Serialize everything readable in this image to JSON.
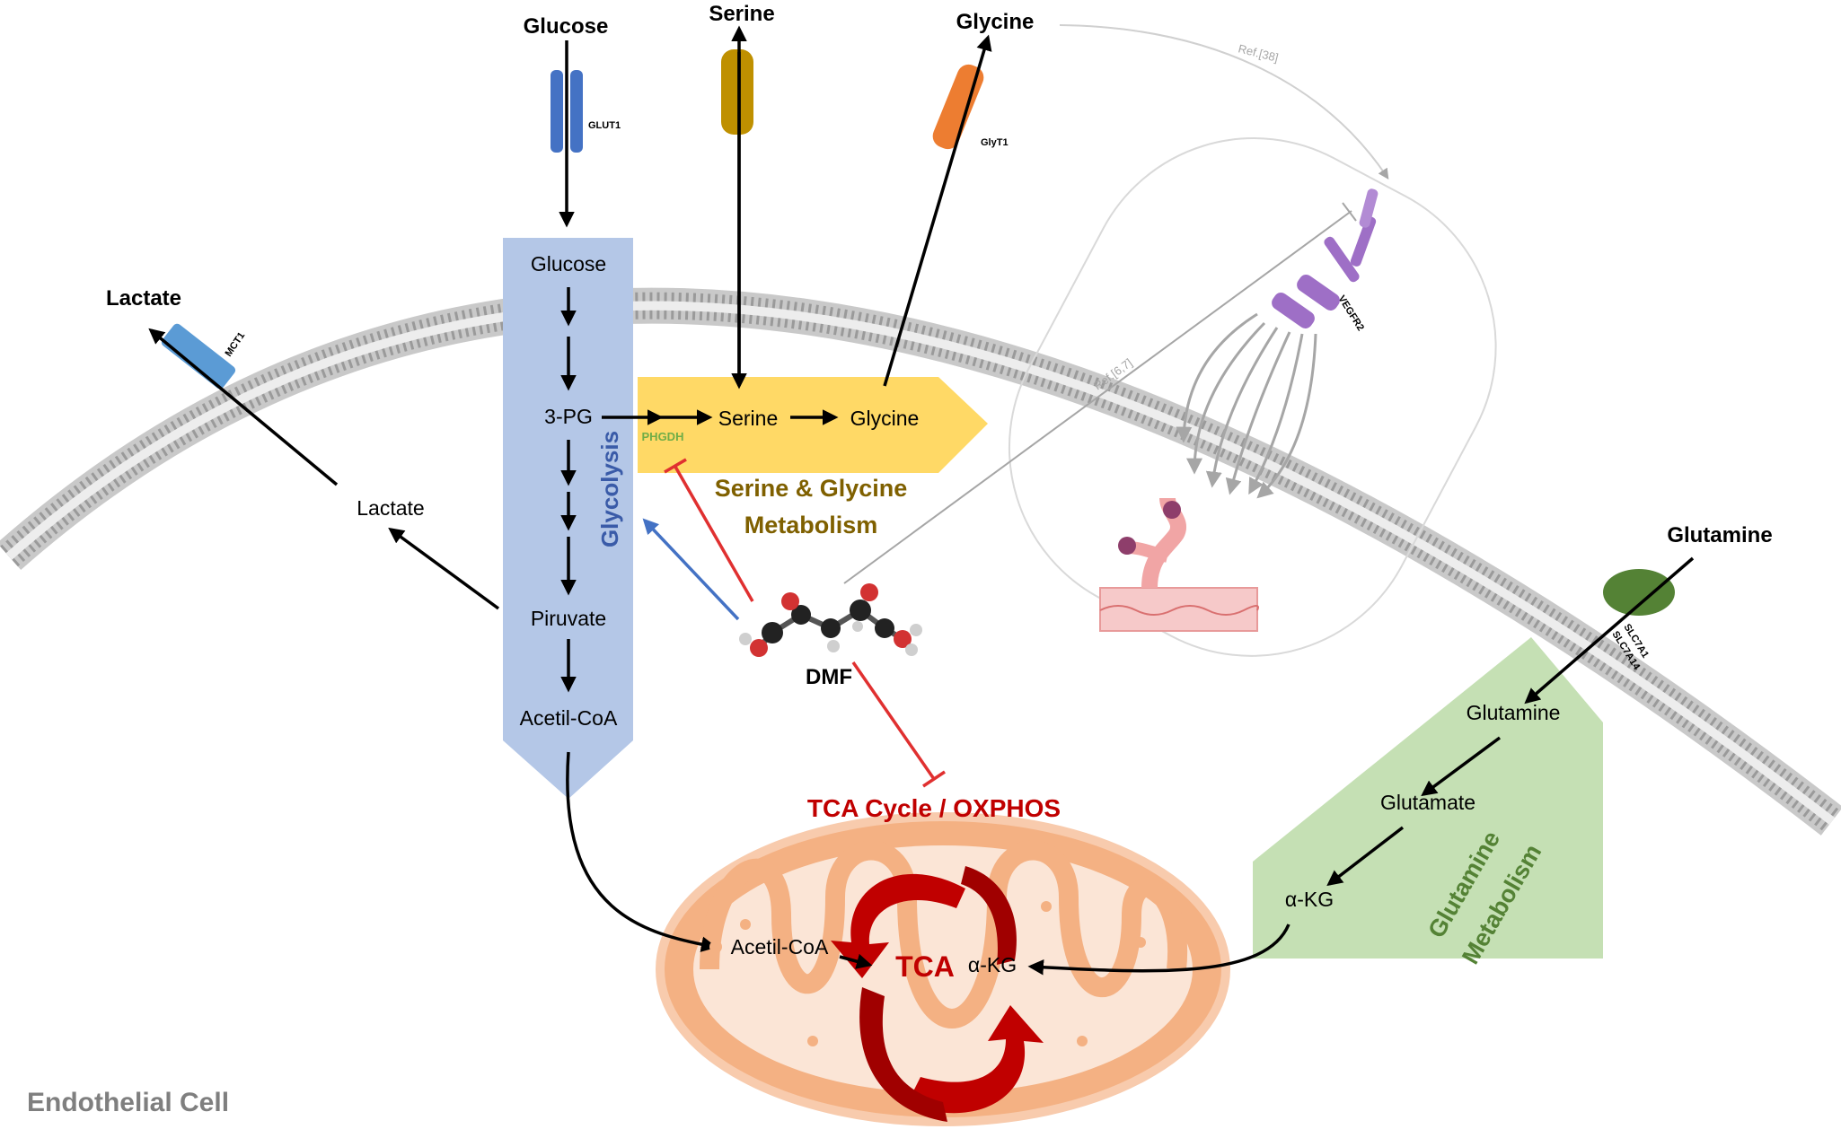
{
  "outside": {
    "glucose": "Glucose",
    "serine": "Serine",
    "glycine": "Glycine",
    "lactate": "Lactate",
    "glutamine": "Glutamine"
  },
  "transporters": {
    "glut1": "GLUT1",
    "mct1": "MCT1",
    "glyt1": "GlyT1",
    "vegfr2": "VEGFR2",
    "slc7a1": "SLC7A1",
    "slc7a14": "SLC7A14"
  },
  "refs": {
    "ref38": "Ref.[38]",
    "ref67": "Ref.[6,7]"
  },
  "glycolysis": {
    "title": "Glycolysis",
    "glucose": "Glucose",
    "pg3": "3-PG",
    "piruvate": "Piruvate",
    "acetilcoa": "Acetil-CoA"
  },
  "lactate_inside": "Lactate",
  "serine_glycine": {
    "title_line1": "Serine & Glycine",
    "title_line2": "Metabolism",
    "enzyme": "PHGDH",
    "serine": "Serine",
    "glycine": "Glycine"
  },
  "drug": "DMF",
  "tca": {
    "title": "TCA Cycle / OXPHOS",
    "center": "TCA",
    "acetilcoa": "Acetil-CoA",
    "akg": "α-KG"
  },
  "glutamine_metab": {
    "title_line1": "Glutamine",
    "title_line2": "Metabolism",
    "glutamine": "Glutamine",
    "glutamate": "Glutamate",
    "akg": "α-KG"
  },
  "cell_label": "Endothelial Cell",
  "colors": {
    "glycolysis_panel": "#b4c7e7",
    "glycolysis_text": "#3a5ba8",
    "serine_panel": "#ffd966",
    "serine_text": "#7f6000",
    "glutamine_panel": "#c5e0b4",
    "glutamine_text": "#548235",
    "tca_red": "#c00000",
    "enzyme_green": "#70ad47",
    "mito_outer": "#f4b183",
    "inhibit_red": "#e03030",
    "activate_blue": "#4472c4"
  }
}
